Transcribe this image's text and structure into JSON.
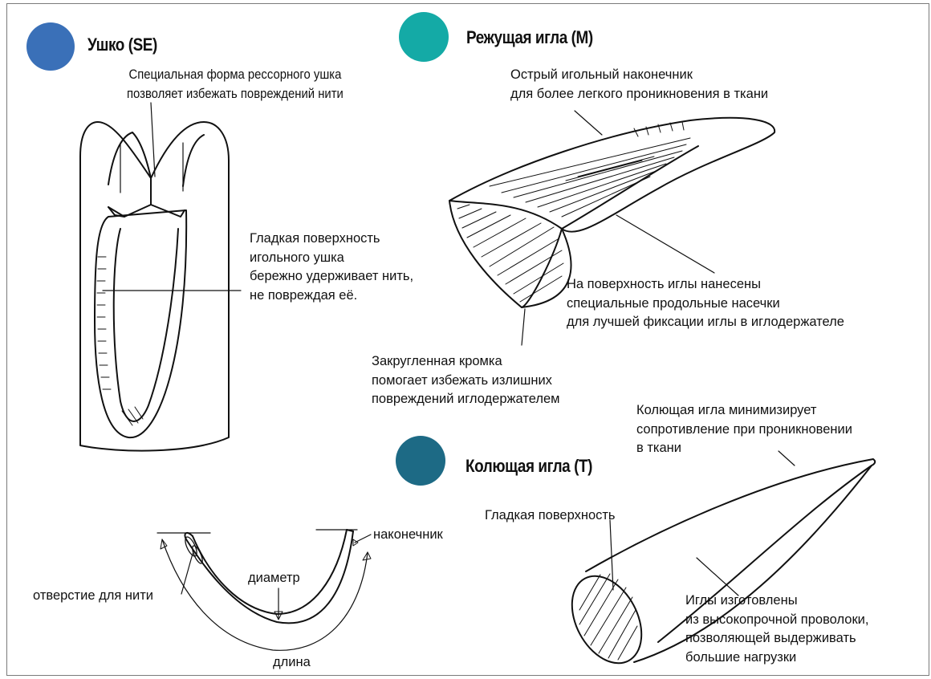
{
  "colors": {
    "eye_dot": "#3a70b8",
    "cutting_dot": "#14aaa6",
    "taper_dot": "#1d6a85"
  },
  "sections": {
    "eye": {
      "title": "Ушко (SE)",
      "note_shape": [
        "Специальная форма рессорного ушка",
        "позволяет избежать повреждений нити"
      ],
      "note_surface": [
        "Гладкая поверхность",
        "игольного ушка",
        "бережно удерживает нить,",
        "не повреждая её."
      ]
    },
    "cutting": {
      "title": "Режущая игла (M)",
      "note_tip": [
        "Острый игольный наконечник",
        "для более легкого проникновения в ткани"
      ],
      "note_ribs": [
        "На поверхность иглы нанесены",
        "специальные продольные насечки",
        "для лучшей фиксации иглы в иглодержателе"
      ],
      "note_edge": [
        "Закругленная кромка",
        "помогает избежать излишних",
        "повреждений иглодержателем"
      ]
    },
    "taper": {
      "title": "Колющая игла (T)",
      "note_resistance": [
        "Колющая игла минимизирует",
        "сопротивление при проникновении",
        "в ткани"
      ],
      "note_surface": "Гладкая поверхность",
      "note_wire": [
        "Иглы изготовлены",
        "из высокопрочной проволоки,",
        "позволяющей выдерживать",
        "большие нагрузки"
      ]
    },
    "anatomy": {
      "tip": "наконечник",
      "diameter": "диаметр",
      "eye_hole": "отверстие для нити",
      "length": "длина"
    }
  }
}
